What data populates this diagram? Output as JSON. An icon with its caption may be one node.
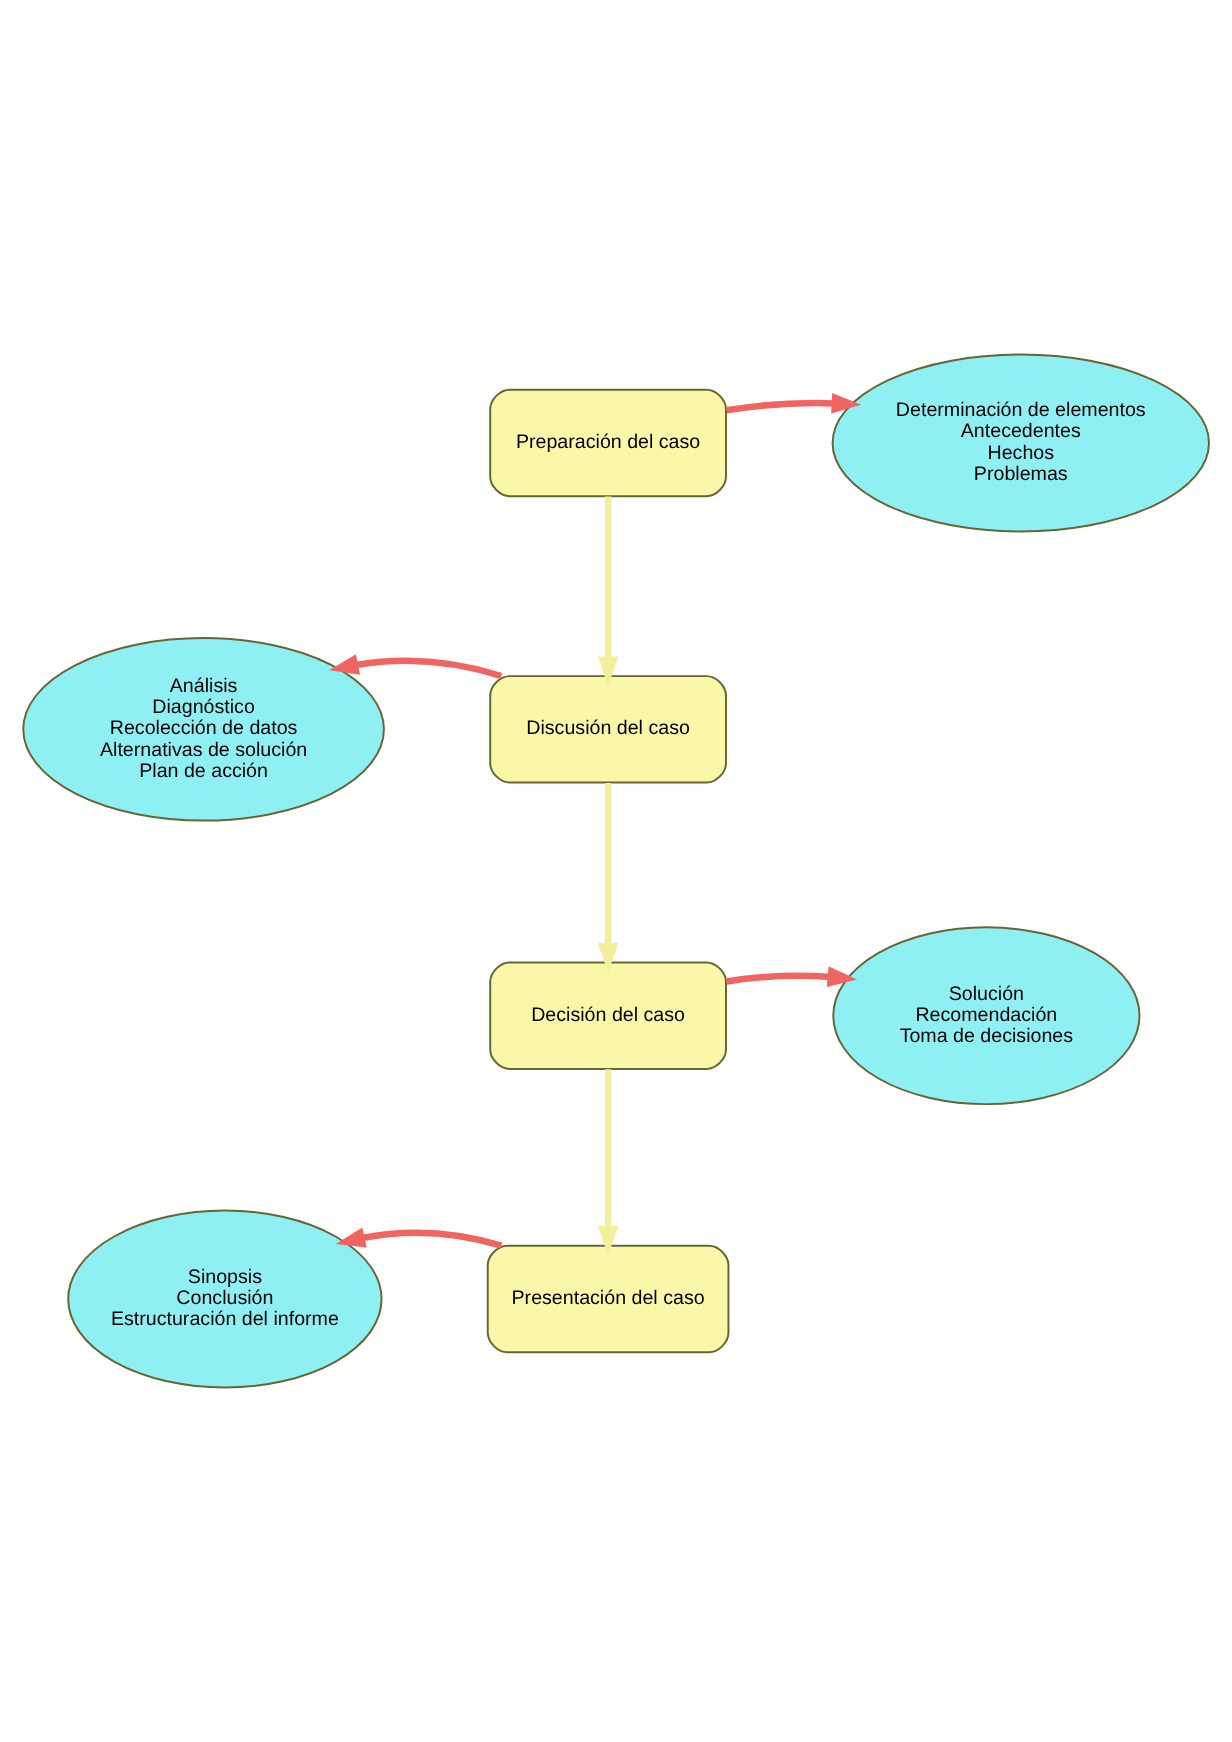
{
  "diagram": {
    "nodes": [
      {
        "text": [
          "Preparación del caso"
        ]
      },
      {
        "text": [
          "Determinación de elementos",
          "Antecedentes",
          "Hechos",
          "Problemas"
        ]
      },
      {
        "text": [
          "Análisis",
          "Diagnóstico",
          "Recolección de datos",
          "Alternativas de solución",
          "Plan de acción"
        ]
      },
      {
        "text": [
          "Discusión del caso"
        ]
      },
      {
        "text": [
          "Decisión del caso"
        ]
      },
      {
        "text": [
          "Solución",
          "Recomendación",
          "Toma de decisiones"
        ]
      },
      {
        "text": [
          "Sinopsis",
          "Conclusión",
          "Estructuración del informe"
        ]
      },
      {
        "text": [
          "Presentación del caso"
        ]
      }
    ],
    "edges": [
      {
        "from": 0,
        "to": 1,
        "arrow": "to",
        "color": "#f06461"
      },
      {
        "from": 0,
        "to": 3,
        "arrow": "to",
        "color": "#f3ee9c"
      },
      {
        "from": 3,
        "to": 2,
        "arrow": "to",
        "color": "#f06461"
      },
      {
        "from": 3,
        "to": 4,
        "arrow": "to",
        "color": "#f3ee9c"
      },
      {
        "from": 4,
        "to": 5,
        "arrow": "to",
        "color": "#f06461"
      },
      {
        "from": 4,
        "to": 7,
        "arrow": "to",
        "color": "#f3ee9c"
      },
      {
        "from": 7,
        "to": 6,
        "arrow": "to",
        "color": "#f06461"
      }
    ]
  }
}
